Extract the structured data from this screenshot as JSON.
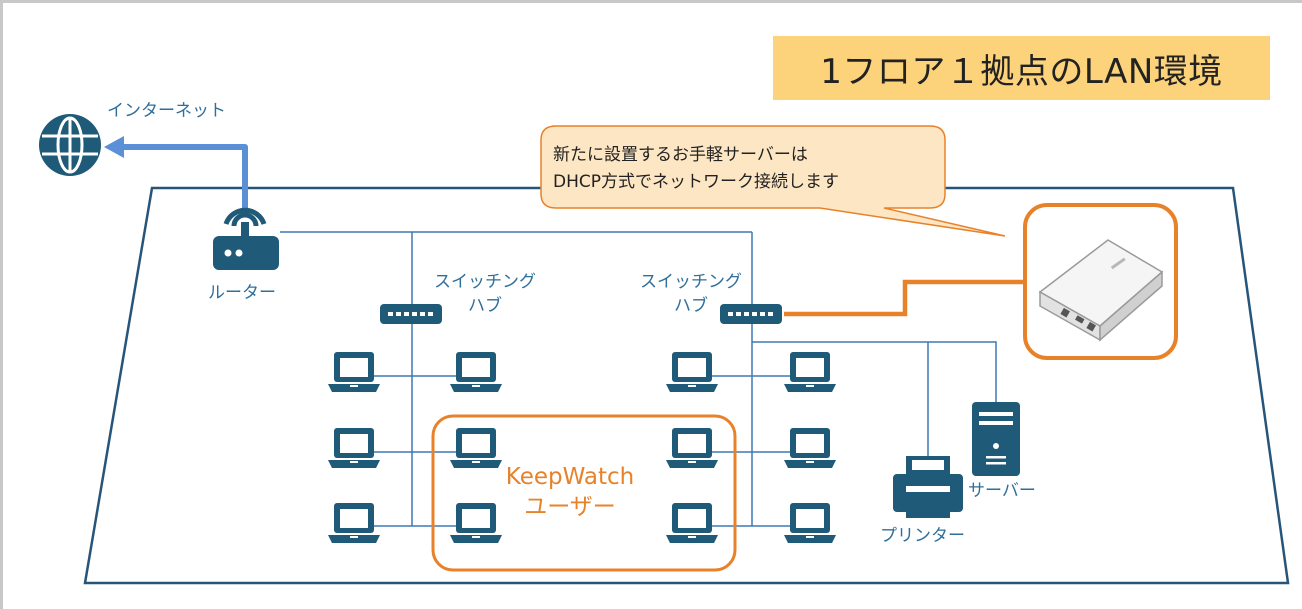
{
  "title": "1フロア１拠点のLAN環境",
  "callout": {
    "line1": "新たに設置するお手軽サーバーは",
    "line2": "DHCP方式でネットワーク接続します"
  },
  "labels": {
    "internet": "インターネット",
    "router": "ルーター",
    "hub_left_line1": "スイッチング",
    "hub_left_line2": "ハブ",
    "hub_right_line1": "スイッチング",
    "hub_right_line2": "ハブ",
    "printer": "プリンター",
    "server": "サーバー",
    "users_line1": "KeepWatch",
    "users_line2": "ユーザー"
  },
  "colors": {
    "icon_navy": "#1f5a78",
    "network_line": "#3f78b5",
    "internet_arrow": "#5b8fd6",
    "highlight_orange": "#e8822a",
    "title_bg": "#fcd27a",
    "callout_bg": "#fde6c4",
    "label_text": "#2f6f9a"
  },
  "icons": {
    "globe": "globe-icon",
    "router": "router-icon",
    "switch": "switch-hub-icon",
    "laptop": "laptop-icon",
    "printer": "printer-icon",
    "server": "server-tower-icon",
    "appliance": "server-appliance-icon"
  }
}
